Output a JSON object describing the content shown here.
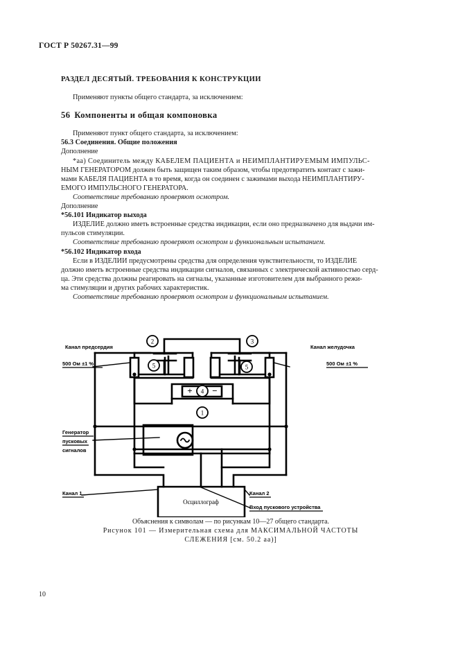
{
  "header": {
    "standard_code": "ГОСТ Р 50267.31—99"
  },
  "content": {
    "section_title": "РАЗДЕЛ ДЕСЯТЫЙ. ТРЕБОВАНИЯ К КОНСТРУКЦИИ",
    "lead": "Применяют пункты общего стандарта, за исключением:",
    "clause_number": "56",
    "clause_title": "Компоненты и общая компоновка",
    "apply_note": "Применяют пункт общего стандарта, за исключением:",
    "subclause_56_3": "56.3 Соединения. Общие положения",
    "addition_1": "Дополнение",
    "paragraph_aa_line1": "*аа) Соединитель между КАБЕЛЕМ ПАЦИЕНТА и НЕИМПЛАНТИРУЕМЫМ ИМПУЛЬС-",
    "paragraph_aa_line2": "НЫМ ГЕНЕРАТОРОМ должен быть защищен таким образом, чтобы предотвратить контакт с зажи-",
    "paragraph_aa_line3": "мами КАБЕЛЯ ПАЦИЕНТА в то время, когда он соединен с зажимами выхода НЕИМПЛАНТИРУ-",
    "paragraph_aa_line4": "ЕМОГО ИМПУЛЬСНОГО ГЕНЕРАТОРА.",
    "compliance_1": "Соответствие требованию проверяют осмотром.",
    "addition_2": "Дополнение",
    "subclause_56_101": "*56.101 Индикатор выхода",
    "paragraph_101_line1": "ИЗДЕЛИЕ должно иметь встроенные средства индикации, если оно предназначено для выдачи им-",
    "paragraph_101_line2": "пульсов стимуляции.",
    "compliance_2": "Соответствие требованию проверяют осмотром и функиональным испытанием.",
    "subclause_56_102": "*56.102 Индикатор входа",
    "paragraph_102_line1": "Если в ИЗДЕЛИИ предусмотрены средства для определения чувствительности, то ИЗДЕЛИЕ",
    "paragraph_102_line2": "должно иметь встроенные средства индикации сигналов, связанных с электрической активностью серд-",
    "paragraph_102_line3": "ца. Эти средства должны реагировать на сигналы, указанные изготовителем для выбранного режи-",
    "paragraph_102_line4": "ма стимуляции и других рабочих характеристик.",
    "compliance_3": "Соответствие требованию проверяют осмотром и функциональным испытанием."
  },
  "figure": {
    "labels": {
      "atrial_channel": "Канал предсердия",
      "ventricular_channel": "Канал желудочка",
      "resistor_left": "500 Ом ±1 %",
      "resistor_right": "500 Ом ±1 %",
      "trigger_generator_line1": "Генератор",
      "trigger_generator_line2": "пусковых",
      "trigger_generator_line3": "сигналов",
      "channel_1": "Канал 1",
      "channel_2": "Канал 2",
      "oscilloscope": "Осциллограф",
      "trigger_input": "Вход пускового устройства"
    },
    "callouts": {
      "item_1": "1",
      "item_2": "2",
      "item_3": "3",
      "item_4": "4",
      "item_5_left": "5",
      "item_5_right": "5"
    },
    "polarity": {
      "plus": "+",
      "minus": "−"
    },
    "caption_line1": "Объяснения к символам — по рисункам 10—27 общего стандарта.",
    "caption_line2": "Рисунок 101 — Измерительная схема для МАКСИМАЛЬНОЙ ЧАСТОТЫ",
    "caption_line3": "СЛЕЖЕНИЯ [см. 50.2 аа)]"
  },
  "folio": {
    "page_number": "10"
  },
  "colors": {
    "ink": "#1a1a1a",
    "paper": "#ffffff",
    "line": "#000000"
  }
}
